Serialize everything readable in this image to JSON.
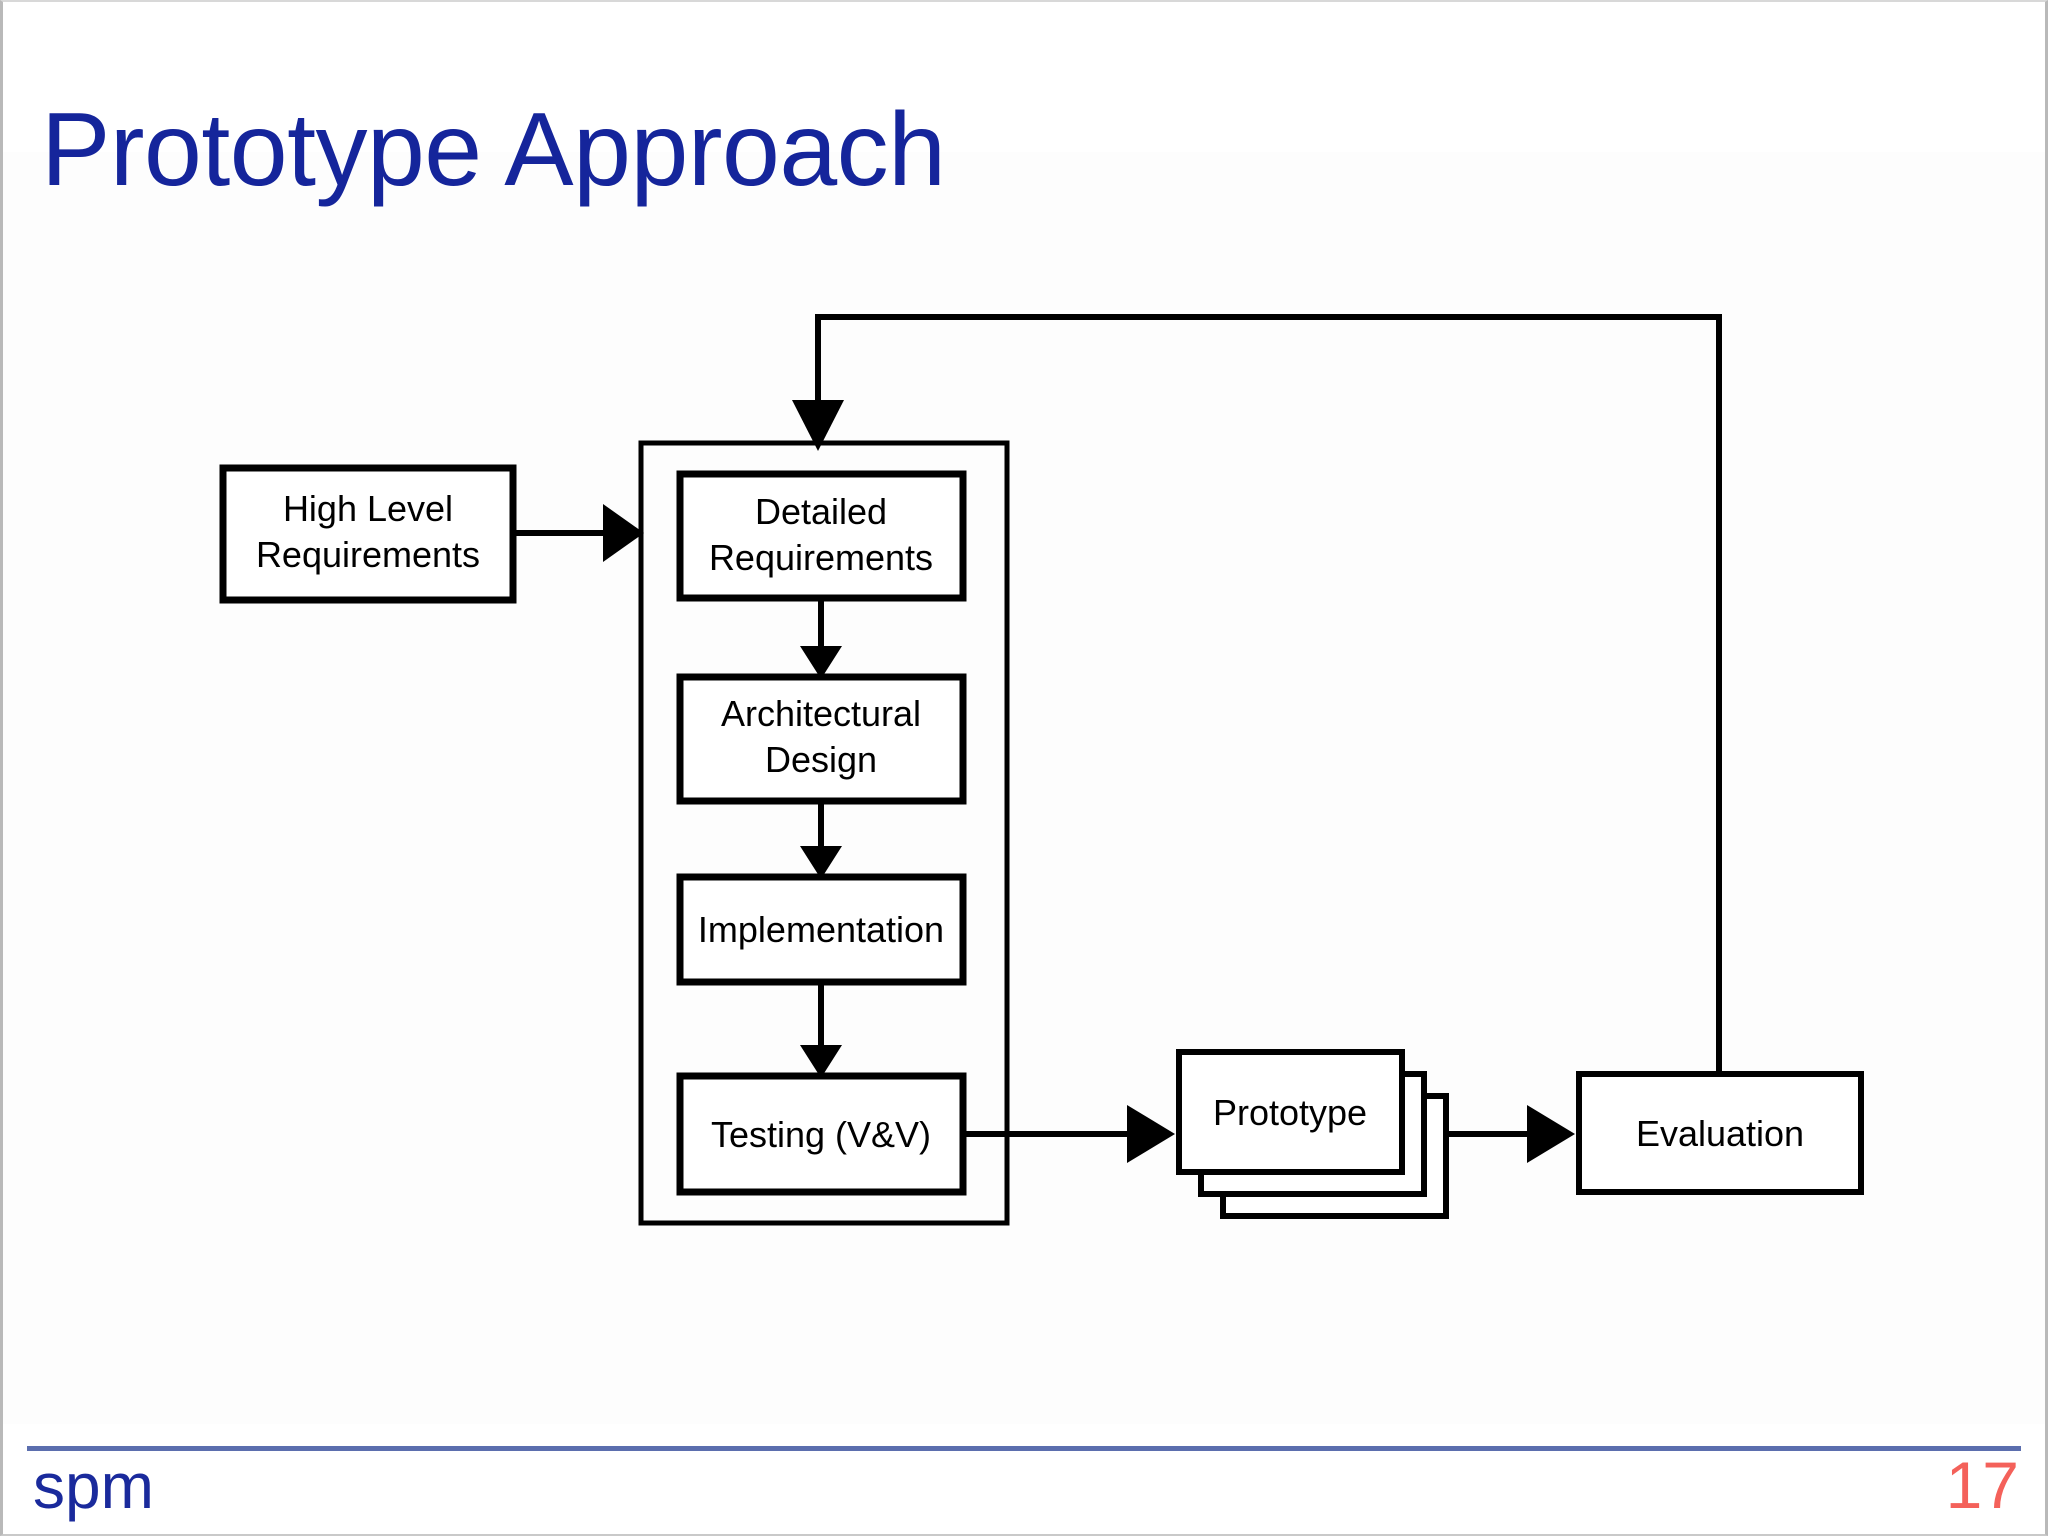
{
  "slide": {
    "title": "Prototype Approach",
    "title_color": "#15259b",
    "background_color": "#ffffff"
  },
  "footer": {
    "brand": "spm",
    "brand_color": "#1a2a9c",
    "page_number": "17",
    "page_number_color": "#f4615a",
    "rule_color": "#5b6eae"
  },
  "diagram": {
    "type": "flowchart",
    "line_color": "#000000",
    "nodes": [
      {
        "id": "high-level-requirements",
        "label_line1": "High Level",
        "label_line2": "Requirements",
        "shape": "rect"
      },
      {
        "id": "development-container",
        "label": "",
        "shape": "container"
      },
      {
        "id": "detailed-requirements",
        "label_line1": "Detailed",
        "label_line2": "Requirements",
        "shape": "rect"
      },
      {
        "id": "architectural-design",
        "label_line1": "Architectural",
        "label_line2": "Design",
        "shape": "rect"
      },
      {
        "id": "implementation",
        "label_line1": "Implementation",
        "label_line2": "",
        "shape": "rect"
      },
      {
        "id": "testing-v-and-v",
        "label_line1": "Testing (V&V)",
        "label_line2": "",
        "shape": "rect"
      },
      {
        "id": "prototype",
        "label_line1": "Prototype",
        "label_line2": "",
        "shape": "stacked-rect",
        "stack_count": 3
      },
      {
        "id": "evaluation",
        "label_line1": "Evaluation",
        "label_line2": "",
        "shape": "rect"
      }
    ],
    "edges": [
      {
        "from": "high-level-requirements",
        "to": "development-container",
        "arrow": true,
        "direction": "right"
      },
      {
        "from": "detailed-requirements",
        "to": "architectural-design",
        "arrow": true,
        "direction": "down"
      },
      {
        "from": "architectural-design",
        "to": "implementation",
        "arrow": true,
        "direction": "down"
      },
      {
        "from": "implementation",
        "to": "testing-v-and-v",
        "arrow": true,
        "direction": "down"
      },
      {
        "from": "testing-v-and-v",
        "to": "prototype",
        "arrow": true,
        "direction": "right"
      },
      {
        "from": "prototype",
        "to": "evaluation",
        "arrow": true,
        "direction": "right"
      },
      {
        "from": "evaluation",
        "to": "development-container",
        "arrow": true,
        "direction": "feedback-loop-top"
      }
    ]
  }
}
